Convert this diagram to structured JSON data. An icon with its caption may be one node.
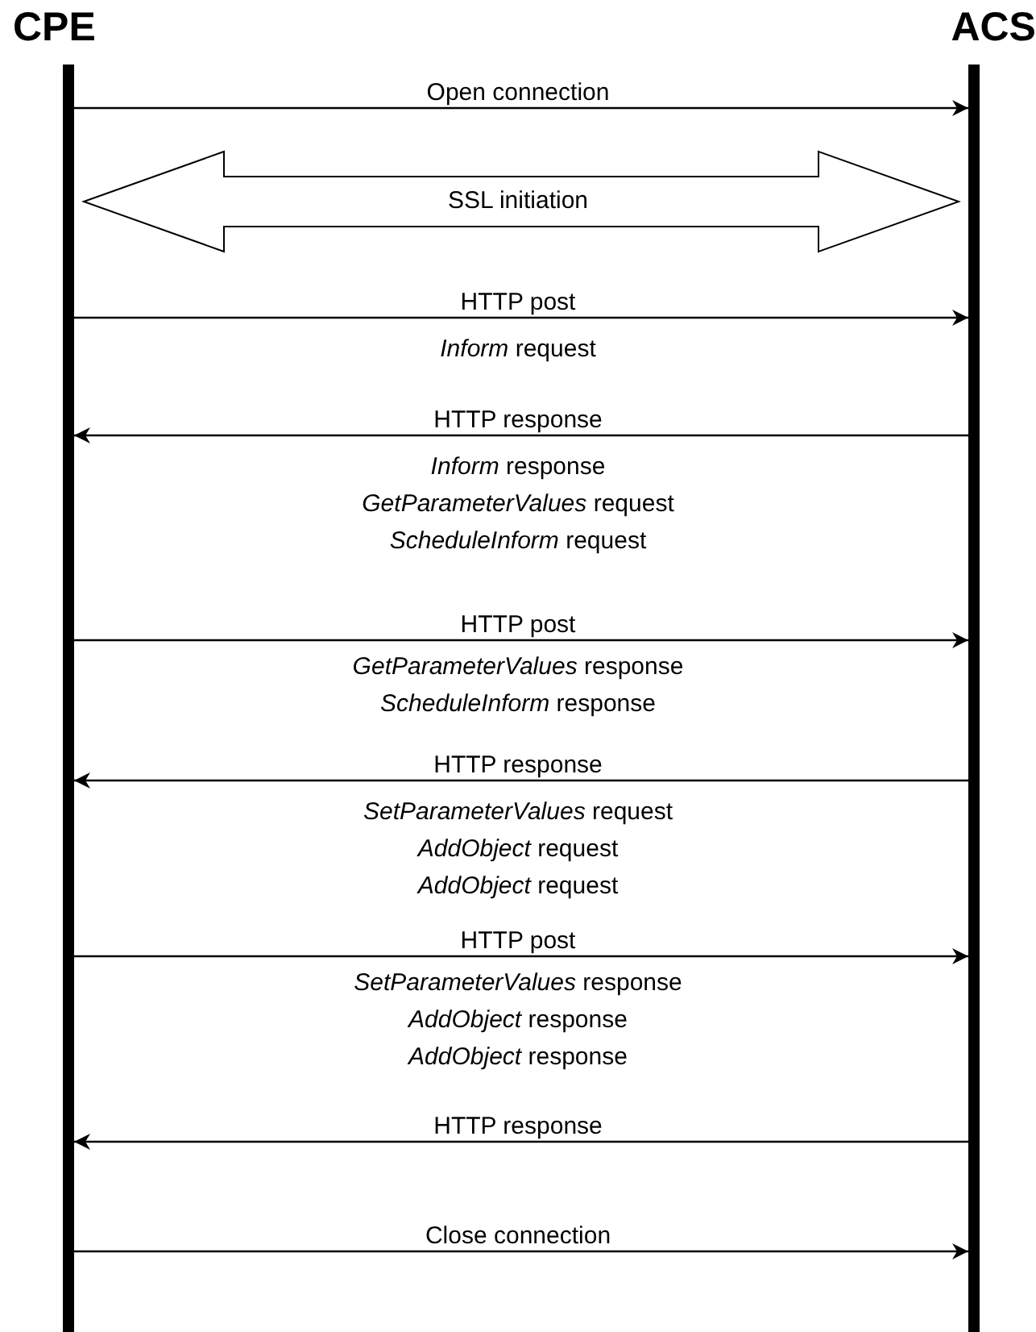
{
  "diagram": {
    "nodes": [
      {
        "text": [],
        "shape": "bar",
        "beside": [
          "CPE"
        ]
      },
      {
        "text": [],
        "shape": "bar",
        "beside": [
          "ACS"
        ]
      }
    ],
    "edges": [
      {
        "from": 0,
        "to": 1,
        "arrow": "to",
        "label": "Open connection"
      },
      {
        "from": 0,
        "to": 1,
        "arrow": "both",
        "label": "SSL initiation",
        "style": "thick"
      },
      {
        "from": 0,
        "to": 1,
        "arrow": "to",
        "label": "HTTP post"
      },
      {
        "from": 1,
        "to": 0,
        "arrow": "to",
        "label": "HTTP response"
      },
      {
        "from": 0,
        "to": 1,
        "arrow": "to",
        "label": "HTTP post"
      },
      {
        "from": 1,
        "to": 0,
        "arrow": "to",
        "label": "HTTP response"
      },
      {
        "from": 0,
        "to": 1,
        "arrow": "to",
        "label": "HTTP post"
      },
      {
        "from": 1,
        "to": 0,
        "arrow": "to",
        "label": "HTTP response"
      },
      {
        "from": 0,
        "to": 1,
        "arrow": "to",
        "label": "Close connection"
      }
    ],
    "labels": [
      "*Inform* request",
      "*Inform* response",
      "*GetParameterValues* request",
      "*ScheduleInform* request",
      "*GetParameterValues* response",
      "*ScheduleInform* response",
      "*SetParameterValues* request",
      "*AddObject* request",
      "*AddObject* request",
      "*SetParameterValues* response",
      "*AddObject* response",
      "*AddObject* response"
    ]
  }
}
